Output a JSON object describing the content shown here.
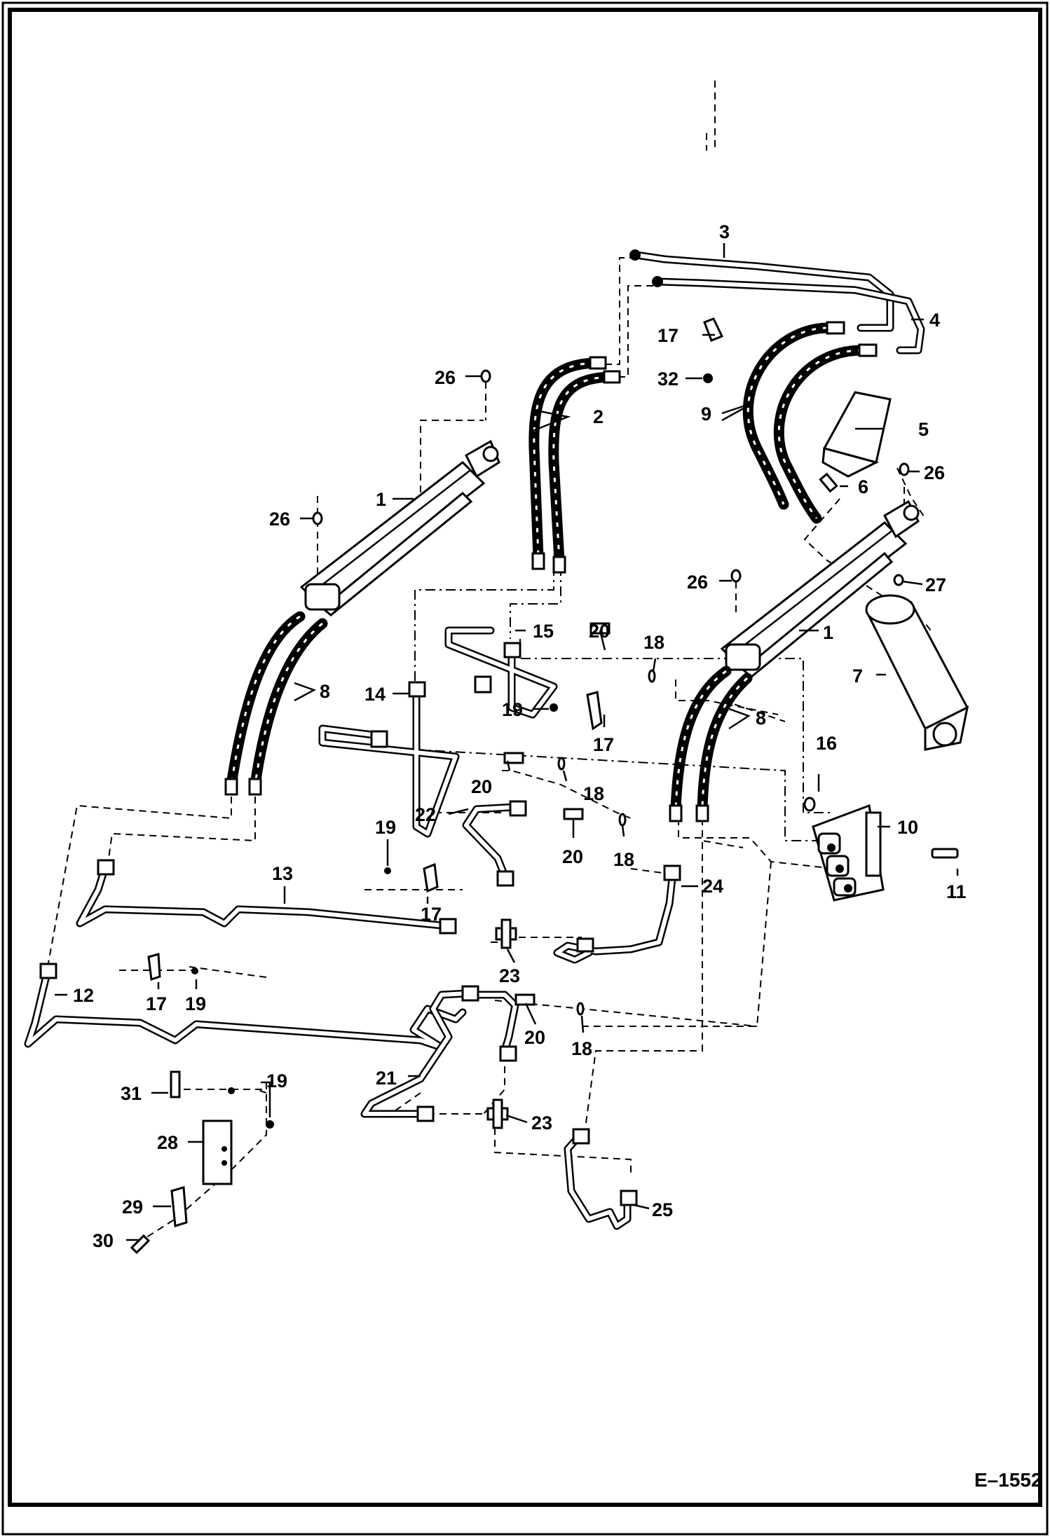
{
  "figure_code": "E–1552",
  "callouts": [
    {
      "id": "c1a",
      "text": "1"
    },
    {
      "id": "c1b",
      "text": "1"
    },
    {
      "id": "c2",
      "text": "2"
    },
    {
      "id": "c3",
      "text": "3"
    },
    {
      "id": "c4",
      "text": "4"
    },
    {
      "id": "c5",
      "text": "5"
    },
    {
      "id": "c6",
      "text": "6"
    },
    {
      "id": "c7",
      "text": "7"
    },
    {
      "id": "c8a",
      "text": "8"
    },
    {
      "id": "c8b",
      "text": "8"
    },
    {
      "id": "c9",
      "text": "9"
    },
    {
      "id": "c10",
      "text": "10"
    },
    {
      "id": "c11",
      "text": "11"
    },
    {
      "id": "c12",
      "text": "12"
    },
    {
      "id": "c13",
      "text": "13"
    },
    {
      "id": "c14",
      "text": "14"
    },
    {
      "id": "c15",
      "text": "15"
    },
    {
      "id": "c16",
      "text": "16"
    },
    {
      "id": "c17a",
      "text": "17"
    },
    {
      "id": "c17b",
      "text": "17"
    },
    {
      "id": "c17c",
      "text": "17"
    },
    {
      "id": "c17d",
      "text": "17"
    },
    {
      "id": "c18a",
      "text": "18"
    },
    {
      "id": "c18b",
      "text": "18"
    },
    {
      "id": "c18c",
      "text": "18"
    },
    {
      "id": "c18d",
      "text": "18"
    },
    {
      "id": "c19a",
      "text": "19"
    },
    {
      "id": "c19b",
      "text": "19"
    },
    {
      "id": "c19c",
      "text": "19"
    },
    {
      "id": "c19d",
      "text": "19"
    },
    {
      "id": "c20a",
      "text": "20"
    },
    {
      "id": "c20b",
      "text": "20"
    },
    {
      "id": "c20c",
      "text": "20"
    },
    {
      "id": "c20d",
      "text": "20"
    },
    {
      "id": "c21",
      "text": "21"
    },
    {
      "id": "c22",
      "text": "22"
    },
    {
      "id": "c23a",
      "text": "23"
    },
    {
      "id": "c23b",
      "text": "23"
    },
    {
      "id": "c24",
      "text": "24"
    },
    {
      "id": "c25",
      "text": "25"
    },
    {
      "id": "c26a",
      "text": "26"
    },
    {
      "id": "c26b",
      "text": "26"
    },
    {
      "id": "c26c",
      "text": "26"
    },
    {
      "id": "c26d",
      "text": "26"
    },
    {
      "id": "c27",
      "text": "27"
    },
    {
      "id": "c28",
      "text": "28"
    },
    {
      "id": "c29",
      "text": "29"
    },
    {
      "id": "c30",
      "text": "30"
    },
    {
      "id": "c31",
      "text": "31"
    },
    {
      "id": "c32",
      "text": "32"
    }
  ]
}
